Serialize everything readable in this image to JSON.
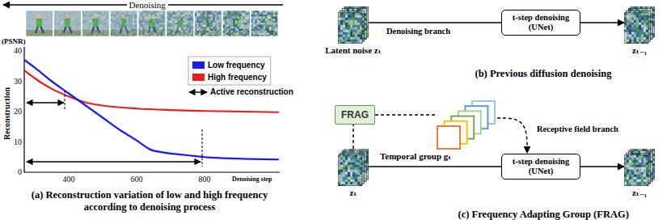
{
  "diagram": {
    "nodes": [
      {
        "text": [
          "Latent noise zₜ"
        ]
      },
      {
        "text": [
          "t-step denoising (UNet)"
        ]
      },
      {
        "text": [
          "zₜ₋₁"
        ]
      },
      {
        "text": [
          "FRAG"
        ]
      },
      {
        "text": [
          "Temporal group gₜ"
        ]
      },
      {
        "text": [
          "zₜ"
        ]
      },
      {
        "text": [
          "t-step denoising (UNet)"
        ]
      },
      {
        "text": [
          "zₜ₋₁"
        ]
      }
    ],
    "edges": [
      {
        "from": 0,
        "to": 1,
        "arrow": "none",
        "label": "Denoising branch"
      },
      {
        "from": 1,
        "to": 2,
        "arrow": "to"
      },
      {
        "from": 5,
        "to": 3,
        "arrow": "none"
      },
      {
        "from": 3,
        "to": 4,
        "arrow": "none"
      },
      {
        "from": 4,
        "to": 6,
        "arrow": "to",
        "label": "Receptive field branch"
      },
      {
        "from": 5,
        "to": 6,
        "arrow": "none"
      },
      {
        "from": 6,
        "to": 7,
        "arrow": "to"
      }
    ],
    "labels": [
      "Denoising",
      "(PSNR)",
      "Reconstruction",
      "40",
      "30",
      "20",
      "10",
      "0",
      "400",
      "600",
      "800",
      "Denoising step",
      "Active reconstruction",
      "(a) Reconstruction variation of low and high frequency according to denoising process",
      "(b) Previous diffusion denoising",
      "(c) Frequency Adapting Group (FRAG)"
    ],
    "legend": [
      {
        "text": "Low frequency",
        "color": "#1c1cf0"
      },
      {
        "text": "High frequency",
        "color": "#f01c1c"
      }
    ]
  }
}
